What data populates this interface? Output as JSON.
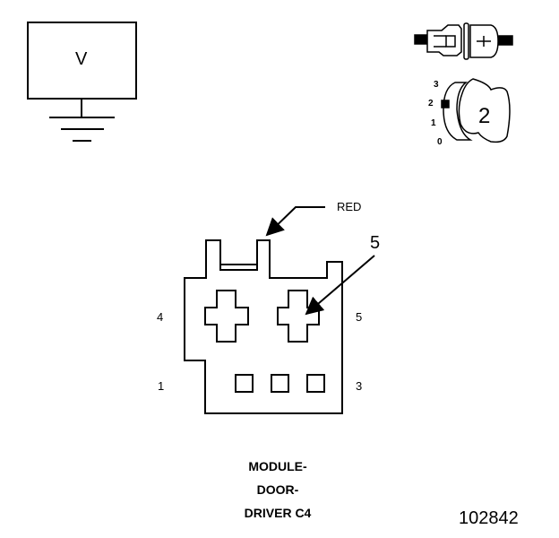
{
  "meter": {
    "symbol": "V"
  },
  "selector": {
    "positions": [
      "3",
      "2",
      "1",
      "0"
    ],
    "selected": "2"
  },
  "connector": {
    "wire_color": "RED",
    "callout": "5",
    "pins": {
      "top_left": "4",
      "top_right": "5",
      "bottom_left": "1",
      "bottom_right": "3"
    }
  },
  "caption": [
    "MODULE-",
    "DOOR-",
    "DRIVER C4"
  ],
  "figure_id": "102842"
}
